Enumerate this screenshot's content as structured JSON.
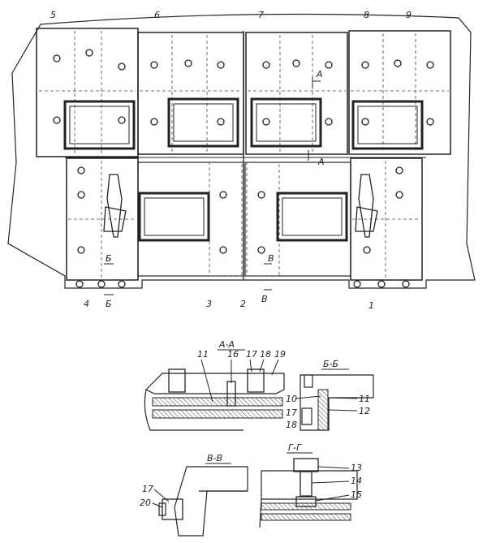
{
  "main_view": {
    "part_labels": [
      "1",
      "2",
      "3",
      "4",
      "5",
      "6",
      "7",
      "8",
      "9"
    ],
    "cut_marks": [
      "А",
      "А",
      "Б",
      "Б",
      "В",
      "В"
    ]
  },
  "sections": {
    "a_a": {
      "title": "А-А",
      "callouts": [
        "11",
        "16",
        "17",
        "18",
        "19"
      ]
    },
    "b_b": {
      "title": "Б-Б",
      "callouts": [
        "10",
        "11",
        "12",
        "17",
        "18"
      ]
    },
    "v_v": {
      "title": "В-В",
      "callouts": [
        "17",
        "20"
      ]
    },
    "g_g": {
      "title": "Г-Г",
      "callouts": [
        "13",
        "14",
        "15"
      ]
    }
  }
}
